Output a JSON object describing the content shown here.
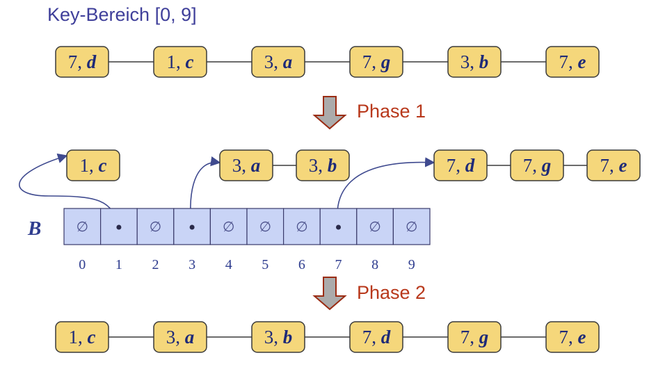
{
  "title": "Key-Bereich [0, 9]",
  "phase1_label": "Phase 1",
  "phase2_label": "Phase 2",
  "bucket_array_name": "B",
  "colors": {
    "node_fill": "#f5d77b",
    "node_stroke": "#3a3a3a",
    "bucket_fill": "#c9d4f6",
    "bucket_stroke": "#3a3a6a",
    "arrow_fill": "#ababab",
    "link_color": "#3f4a8f"
  },
  "input_sequence": [
    {
      "key": "7",
      "value": "d"
    },
    {
      "key": "1",
      "value": "c"
    },
    {
      "key": "3",
      "value": "a"
    },
    {
      "key": "7",
      "value": "g"
    },
    {
      "key": "3",
      "value": "b"
    },
    {
      "key": "7",
      "value": "e"
    }
  ],
  "buckets": [
    {
      "index": "0",
      "empty_symbol": "∅",
      "items": []
    },
    {
      "index": "1",
      "empty_symbol": "",
      "items": [
        {
          "key": "1",
          "value": "c"
        }
      ]
    },
    {
      "index": "2",
      "empty_symbol": "∅",
      "items": []
    },
    {
      "index": "3",
      "empty_symbol": "",
      "items": [
        {
          "key": "3",
          "value": "a"
        },
        {
          "key": "3",
          "value": "b"
        }
      ]
    },
    {
      "index": "4",
      "empty_symbol": "∅",
      "items": []
    },
    {
      "index": "5",
      "empty_symbol": "∅",
      "items": []
    },
    {
      "index": "6",
      "empty_symbol": "∅",
      "items": []
    },
    {
      "index": "7",
      "empty_symbol": "",
      "items": [
        {
          "key": "7",
          "value": "d"
        },
        {
          "key": "7",
          "value": "g"
        },
        {
          "key": "7",
          "value": "e"
        }
      ]
    },
    {
      "index": "8",
      "empty_symbol": "∅",
      "items": []
    },
    {
      "index": "9",
      "empty_symbol": "∅",
      "items": []
    }
  ],
  "output_sequence": [
    {
      "key": "1",
      "value": "c"
    },
    {
      "key": "3",
      "value": "a"
    },
    {
      "key": "3",
      "value": "b"
    },
    {
      "key": "7",
      "value": "d"
    },
    {
      "key": "7",
      "value": "g"
    },
    {
      "key": "7",
      "value": "e"
    }
  ]
}
